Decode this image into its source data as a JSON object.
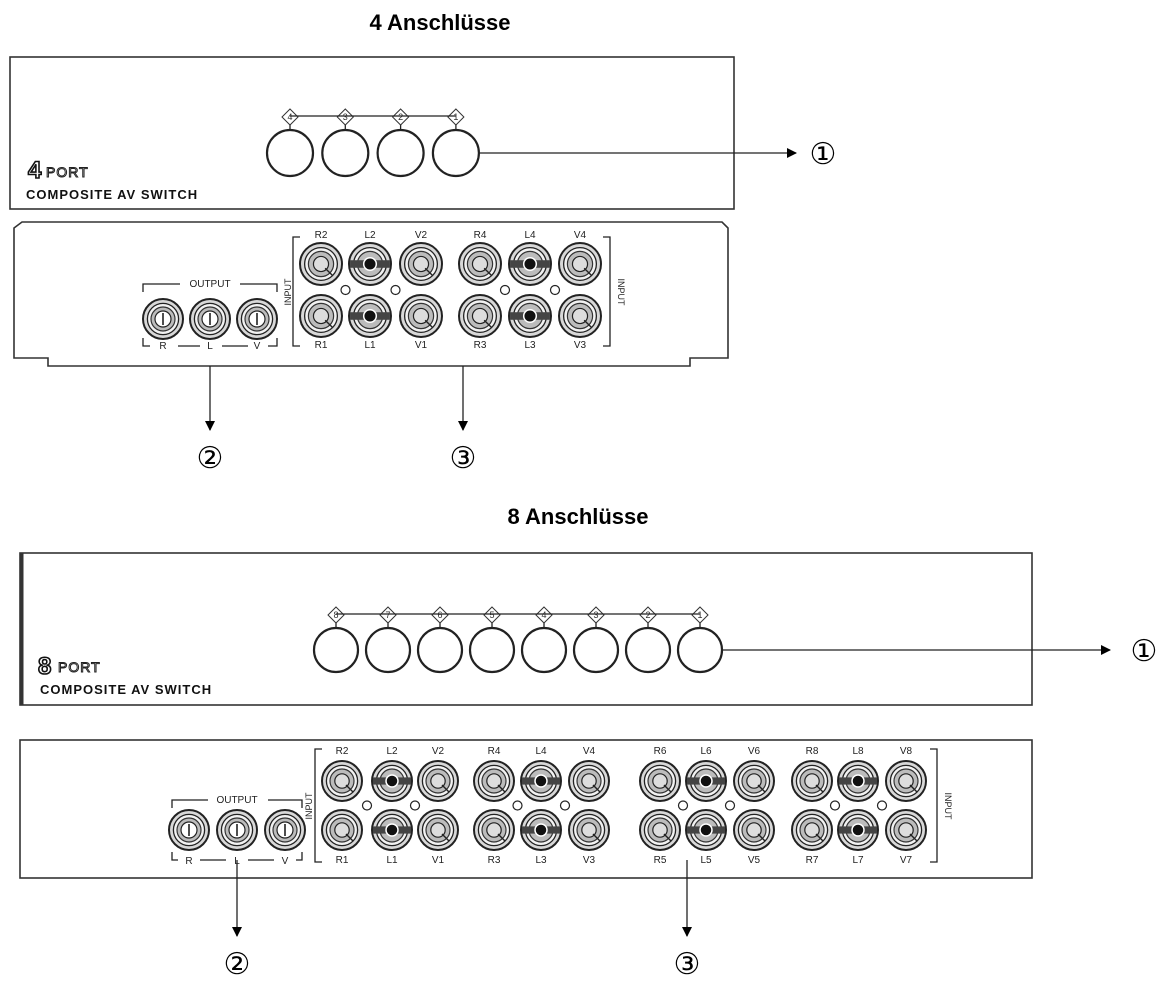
{
  "sections": [
    {
      "title": "4 Anschlüsse",
      "front": {
        "button_numbers": [
          "4",
          "3",
          "2",
          "1"
        ],
        "logo_number": "4",
        "logo_word": "PORT",
        "brand": "COMPOSITE AV SWITCH"
      },
      "rear": {
        "output_label": "OUTPUT",
        "output_jacks": [
          "R",
          "L",
          "V"
        ],
        "input_label": "INPUT",
        "input_top": [
          "R2",
          "L2",
          "V2",
          "R4",
          "L4",
          "V4"
        ],
        "input_bottom": [
          "R1",
          "L1",
          "V1",
          "R3",
          "L3",
          "V3"
        ]
      },
      "callouts": [
        "①",
        "②",
        "③"
      ]
    },
    {
      "title": "8 Anschlüsse",
      "front": {
        "button_numbers": [
          "8",
          "7",
          "6",
          "5",
          "4",
          "3",
          "2",
          "1"
        ],
        "logo_number": "8",
        "logo_word": "PORT",
        "brand": "COMPOSITE AV SWITCH"
      },
      "rear": {
        "output_label": "OUTPUT",
        "output_jacks": [
          "R",
          "L",
          "V"
        ],
        "input_label": "INPUT",
        "input_top": [
          "R2",
          "L2",
          "V2",
          "R4",
          "L4",
          "V4",
          "R6",
          "L6",
          "V6",
          "R8",
          "L8",
          "V8"
        ],
        "input_bottom": [
          "R1",
          "L1",
          "V1",
          "R3",
          "L3",
          "V3",
          "R5",
          "L5",
          "V5",
          "R7",
          "L7",
          "V7"
        ]
      },
      "callouts": [
        "①",
        "②",
        "③"
      ]
    }
  ]
}
